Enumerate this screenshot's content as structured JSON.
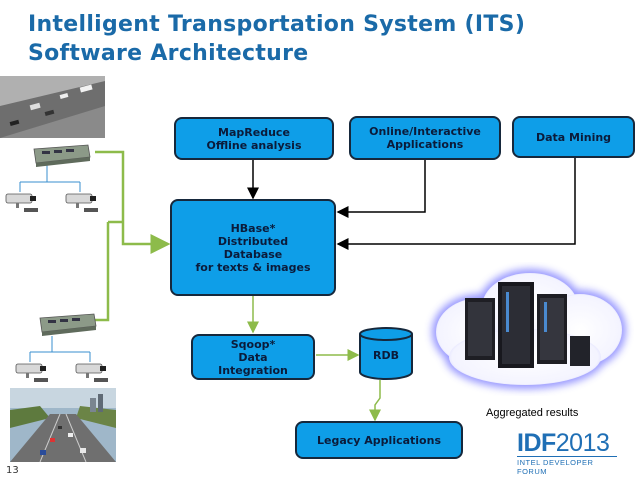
{
  "title": {
    "line1": "Intelligent Transportation System (ITS)",
    "line2": "Software Architecture"
  },
  "boxes": {
    "mapreduce": "MapReduce\nOffline analysis",
    "online": "Online/Interactive\nApplications",
    "datamining": "Data Mining",
    "hbase": "HBase*\nDistributed\nDatabase\nfor texts & images",
    "sqoop": "Sqoop*\nData\nIntegration",
    "rdb": "RDB",
    "legacy": "Legacy Applications"
  },
  "caption": "Aggregated results",
  "slide_number": "13",
  "logo": {
    "main_a": "IDF",
    "main_b": "2013",
    "sub": "INTEL DEVELOPER FORUM"
  },
  "colors": {
    "box_fill": "#0e9ee8",
    "title": "#1a6aa8",
    "green_link": "#8dbb4a",
    "arrow": "#000000"
  }
}
